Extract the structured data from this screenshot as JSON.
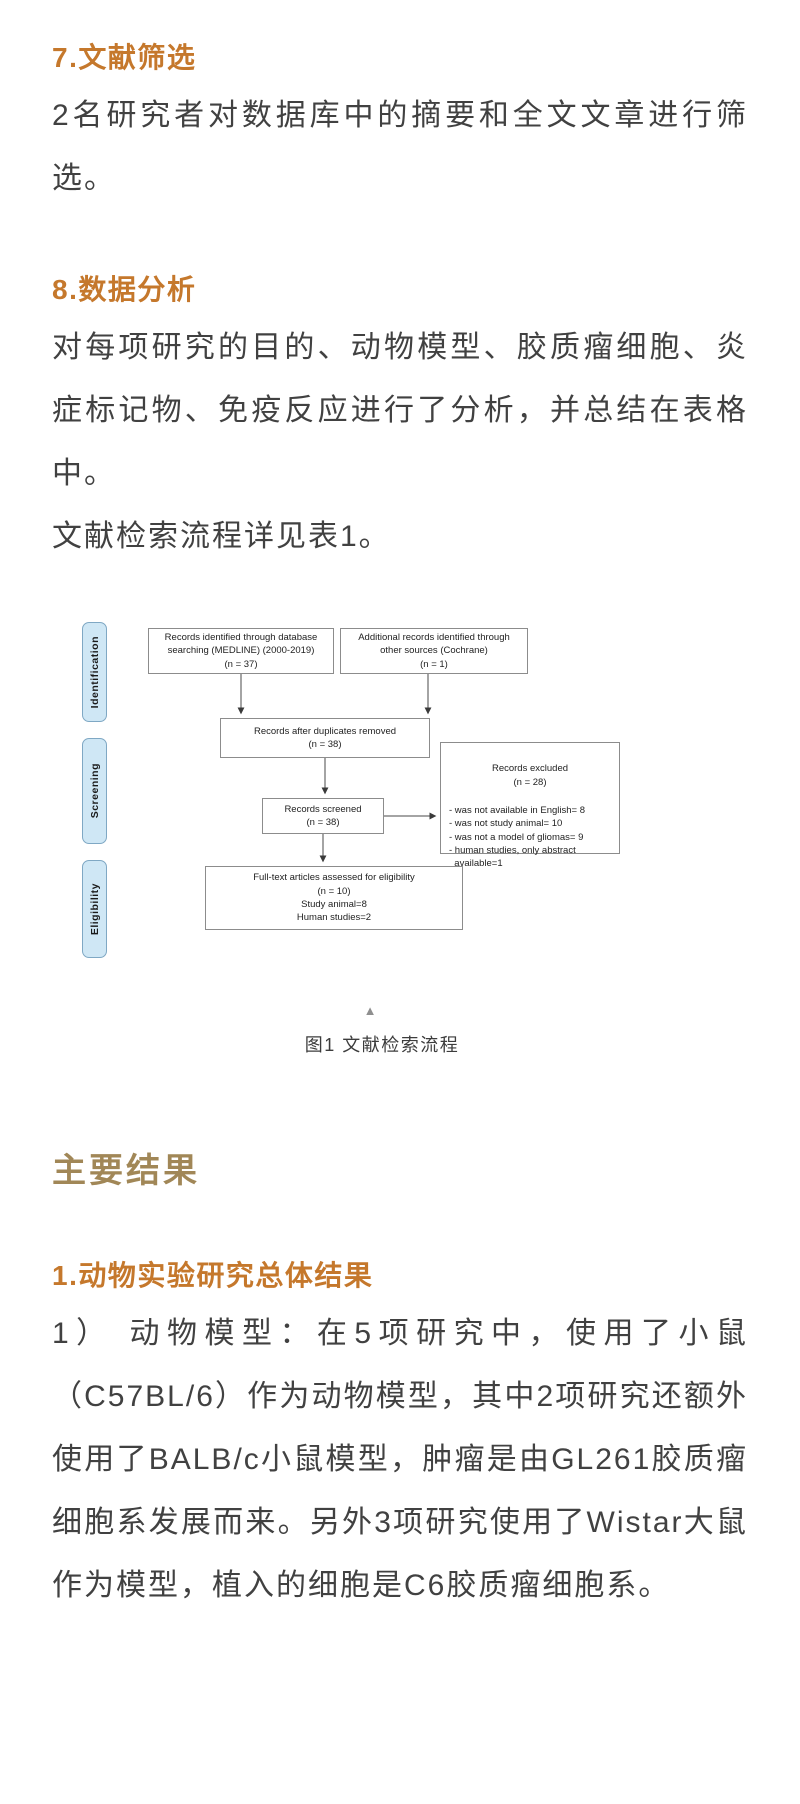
{
  "colors": {
    "heading_orange": "#c5782c",
    "results_gold": "#a18757",
    "body_text": "#414141",
    "stage_box_fill": "#cfe7f5",
    "stage_box_border": "#7fa8c4",
    "flow_box_border": "#8c8c8c"
  },
  "article": {
    "section7": {
      "heading": "7.文献筛选",
      "paragraph": "2名研究者对数据库中的摘要和全文文章进行筛选。"
    },
    "section8": {
      "heading": "8.数据分析",
      "paragraph1": "对每项研究的目的、动物模型、胶质瘤细胞、炎症标记物、免疫反应进行了分析，并总结在表格中。",
      "paragraph2": "文献检索流程详见表1。"
    },
    "results": {
      "heading": "主要结果"
    },
    "animal": {
      "heading": "1.动物实验研究总体结果",
      "paragraph": "1） 动物模型：在5项研究中，使用了小鼠（C57BL/6）作为动物模型，其中2项研究还额外使用了BALB/c小鼠模型，肿瘤是由GL261胶质瘤细胞系发展而来。另外3项研究使用了Wistar大鼠作为模型，植入的细胞是C6胶质瘤细胞系。"
    }
  },
  "figure": {
    "collapse_icon": "▲",
    "caption": "图1  文献检索流程",
    "flowchart": {
      "stage_identification": "Identification",
      "stage_screening": "Screening",
      "stage_eligibility": "Eligibility",
      "box_database": "Records identified through database\nsearching (MEDLINE) (2000-2019)\n(n = 37)",
      "box_other_sources": "Additional records identified through\nother sources (Cochrane)\n(n = 1)",
      "box_duplicates": "Records after duplicates removed\n(n = 38)",
      "box_excluded_title": "Records excluded\n(n = 28)",
      "box_excluded_items": "- was not available in English= 8\n- was not study animal= 10\n- was not a model of gliomas= 9\n- human studies, only abstract\n  available=1",
      "box_screened": "Records screened\n(n = 38)",
      "box_fulltext": "Full-text articles assessed for eligibility\n(n = 10)\nStudy animal=8\nHuman studies=2"
    }
  }
}
